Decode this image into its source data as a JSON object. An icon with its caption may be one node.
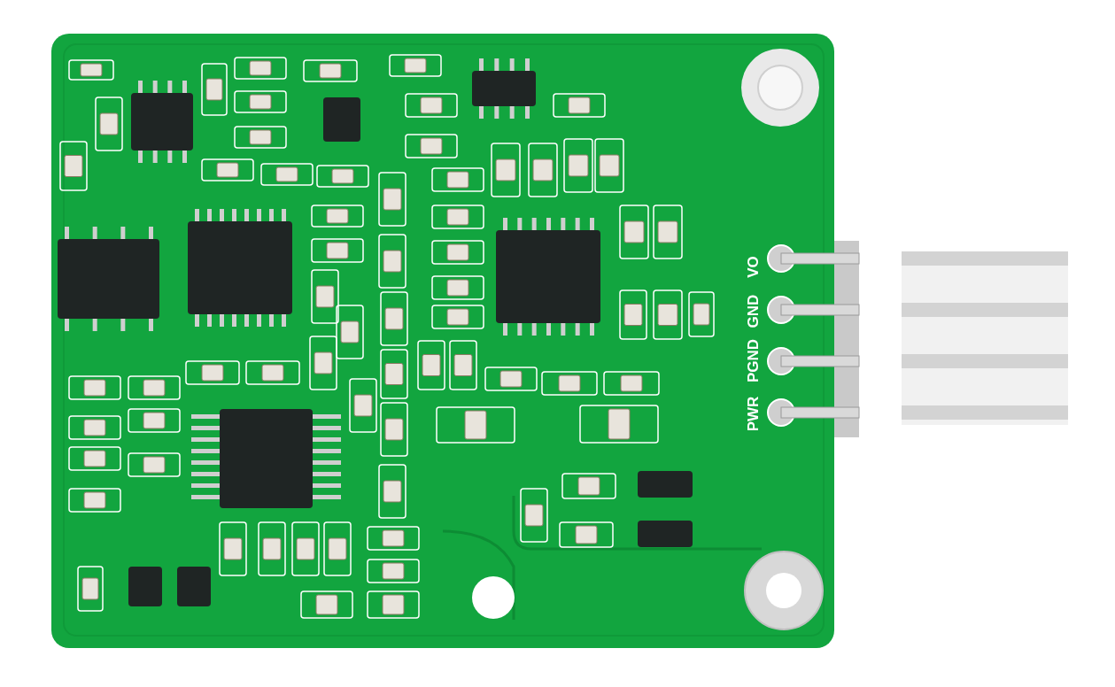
{
  "diagram": {
    "labels": [
      "VO",
      "GND",
      "PGND",
      "PWR"
    ]
  }
}
